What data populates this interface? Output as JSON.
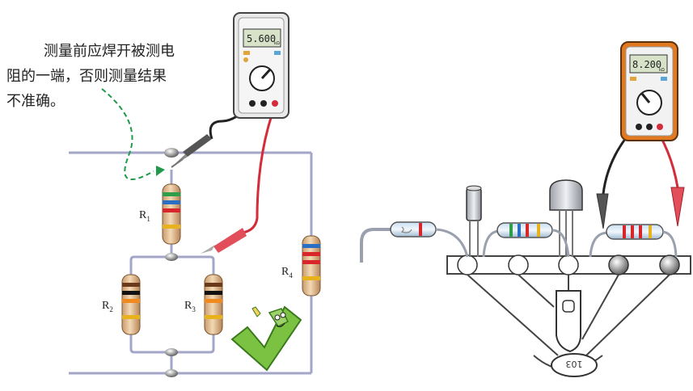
{
  "note": {
    "line1": "测量前应焊开被测电",
    "line2": "阻的一端，否则测量结果",
    "line3": "不准确。"
  },
  "left_circuit": {
    "meter_reading": "5.600",
    "meter_unit": "kΩ",
    "resistors": [
      {
        "label": "R",
        "sub": "1",
        "bands": [
          "#2e9e4a",
          "#2b6fc4",
          "#d9262b",
          "#e7b21c"
        ]
      },
      {
        "label": "R",
        "sub": "2",
        "bands": [
          "#6b3a1a",
          "#111111",
          "#f08a1e",
          "#e7b21c"
        ]
      },
      {
        "label": "R",
        "sub": "3",
        "bands": [
          "#6b3a1a",
          "#111111",
          "#f08a1e",
          "#e7b21c"
        ]
      },
      {
        "label": "R",
        "sub": "4",
        "bands": [
          "#2b6fc4",
          "#d9262b",
          "#d9262b",
          "#e7b21c"
        ]
      }
    ]
  },
  "right_board": {
    "meter_reading": "8.200",
    "meter_unit": "kΩ",
    "ic_label": "103"
  },
  "colors": {
    "wire": "#a3a6c7",
    "red_lead": "#d42c3a",
    "black_lead": "#222222",
    "meter_case_left": "#e9e9e9",
    "meter_case_right": "#e2791f",
    "check_mark": "#7cc242",
    "dashed_arrow": "#1f9a4a"
  }
}
